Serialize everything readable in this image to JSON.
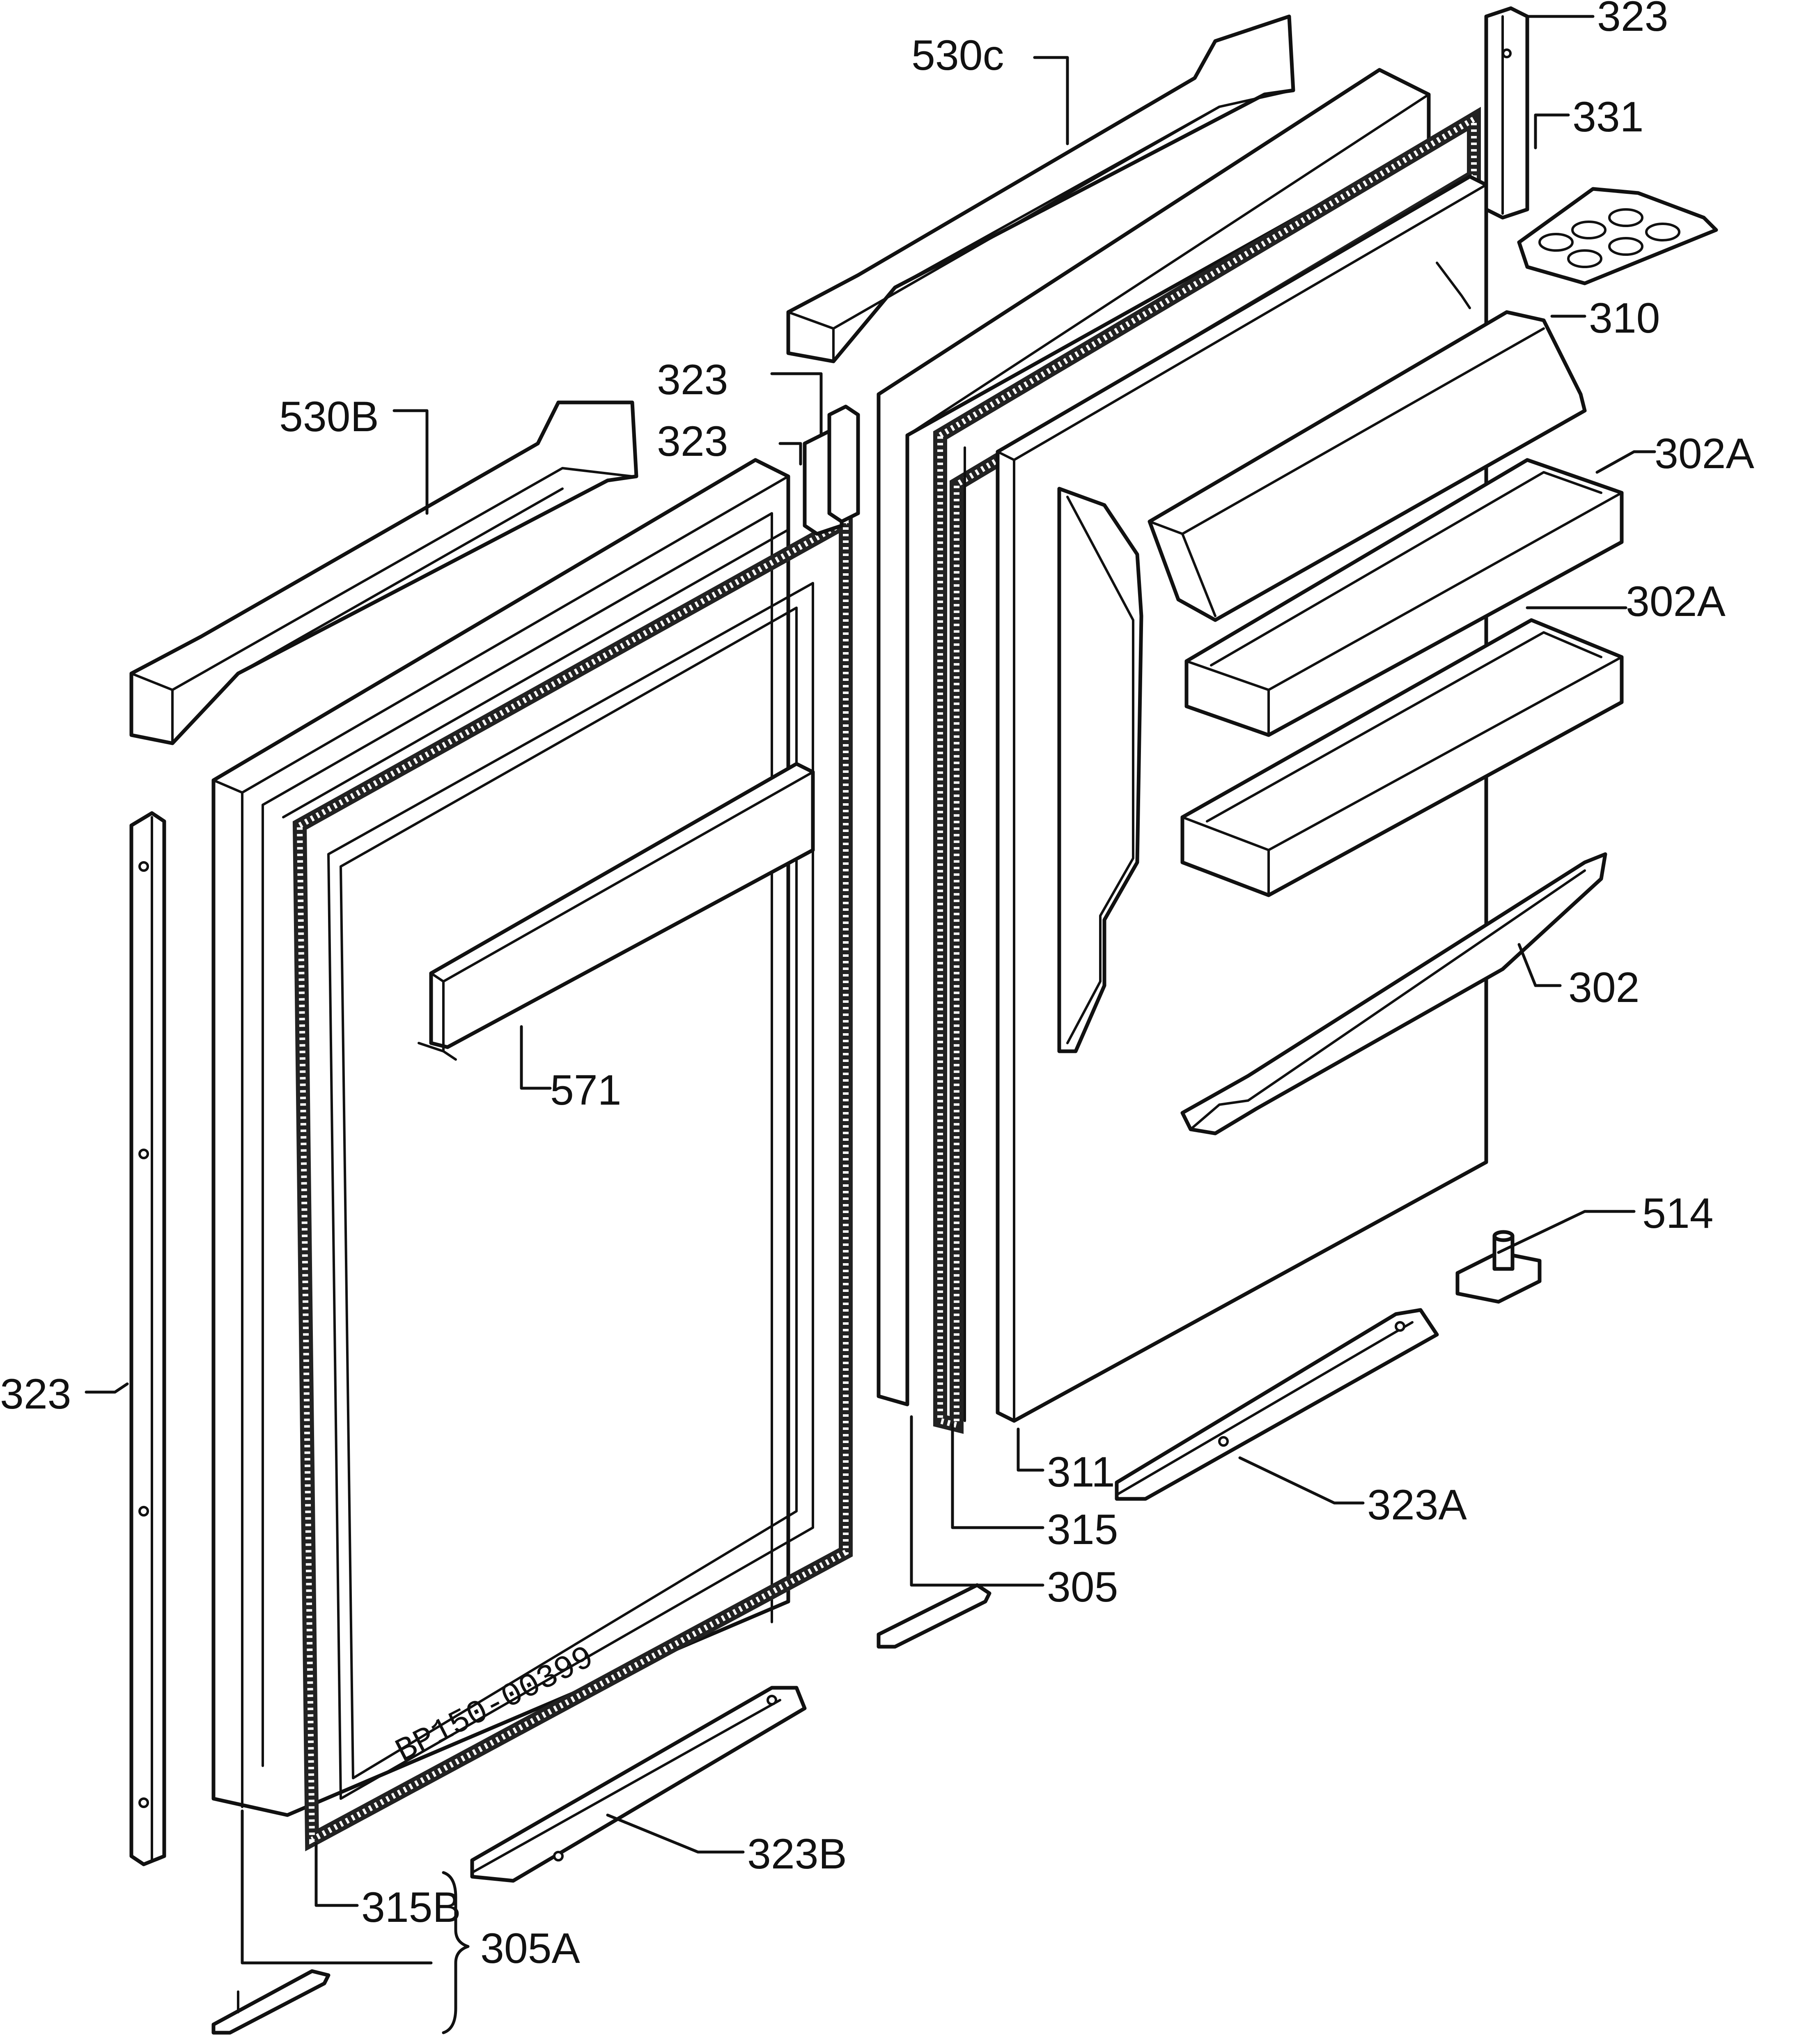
{
  "callouts": {
    "l_530c": "530c",
    "l_323_top_right": "323",
    "l_331": "331",
    "l_310": "310",
    "l_302a_1": "302A",
    "l_302a_2": "302A",
    "l_302": "302",
    "l_323_mid_a": "323",
    "l_323_mid_b": "323",
    "l_530b": "530B",
    "l_571": "571",
    "l_323_left": "323",
    "l_514": "514",
    "l_311": "311",
    "l_315": "315",
    "l_323a": "323A",
    "l_305": "305",
    "l_323b": "323B",
    "l_315b": "315B",
    "l_305a": "305A"
  },
  "stamp": "BP150-00399"
}
